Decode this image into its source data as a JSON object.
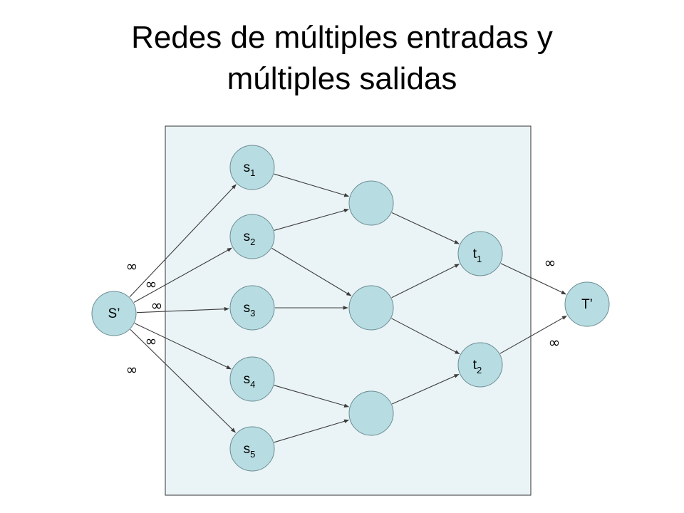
{
  "slide": {
    "title_line1": "Redes de múltiples entradas y",
    "title_line2": "múltiples salidas"
  },
  "colors": {
    "panel_fill": "#eaf3f6",
    "node_fill": "#b7dde3",
    "stroke": "#3c3c3c"
  },
  "graph": {
    "nodes": [
      {
        "id": "S",
        "label": "S’",
        "sub": ""
      },
      {
        "id": "s1",
        "label": "s",
        "sub": "1"
      },
      {
        "id": "s2",
        "label": "s",
        "sub": "2"
      },
      {
        "id": "s3",
        "label": "s",
        "sub": "3"
      },
      {
        "id": "s4",
        "label": "s",
        "sub": "4"
      },
      {
        "id": "s5",
        "label": "s",
        "sub": "5"
      },
      {
        "id": "m1",
        "label": "",
        "sub": ""
      },
      {
        "id": "m2",
        "label": "",
        "sub": ""
      },
      {
        "id": "m3",
        "label": "",
        "sub": ""
      },
      {
        "id": "t1",
        "label": "t",
        "sub": "1"
      },
      {
        "id": "t2",
        "label": "t",
        "sub": "2"
      },
      {
        "id": "T",
        "label": "T’",
        "sub": ""
      }
    ],
    "edges": [
      {
        "from": "S",
        "to": "s1",
        "capacity": "∞"
      },
      {
        "from": "S",
        "to": "s2",
        "capacity": "∞"
      },
      {
        "from": "S",
        "to": "s3",
        "capacity": "∞"
      },
      {
        "from": "S",
        "to": "s4",
        "capacity": "∞"
      },
      {
        "from": "S",
        "to": "s5",
        "capacity": "∞"
      },
      {
        "from": "s1",
        "to": "m1",
        "capacity": ""
      },
      {
        "from": "s2",
        "to": "m1",
        "capacity": ""
      },
      {
        "from": "s2",
        "to": "m2",
        "capacity": ""
      },
      {
        "from": "s3",
        "to": "m2",
        "capacity": ""
      },
      {
        "from": "s4",
        "to": "m3",
        "capacity": ""
      },
      {
        "from": "s5",
        "to": "m3",
        "capacity": ""
      },
      {
        "from": "m1",
        "to": "t1",
        "capacity": ""
      },
      {
        "from": "m2",
        "to": "t1",
        "capacity": ""
      },
      {
        "from": "m2",
        "to": "t2",
        "capacity": ""
      },
      {
        "from": "m3",
        "to": "t2",
        "capacity": ""
      },
      {
        "from": "t1",
        "to": "T",
        "capacity": "∞"
      },
      {
        "from": "t2",
        "to": "T",
        "capacity": "∞"
      }
    ]
  }
}
